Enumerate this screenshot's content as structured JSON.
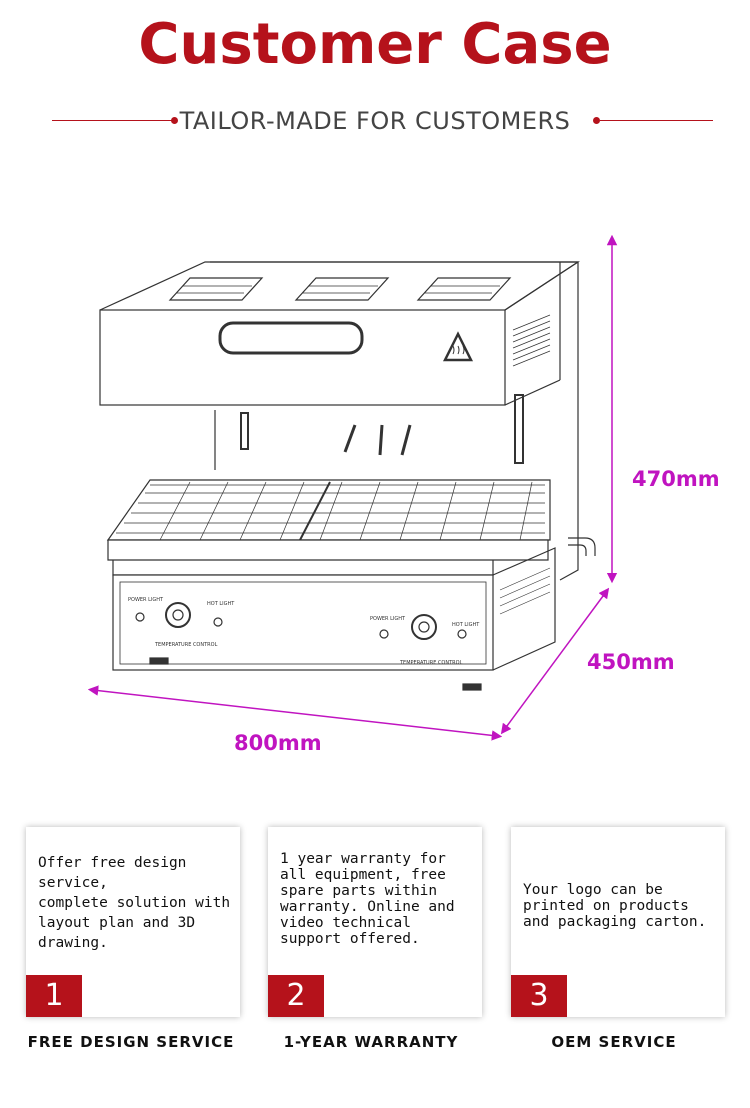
{
  "header": {
    "title": "Customer Case",
    "subtitle": "TAILOR-MADE FOR CUSTOMERS"
  },
  "dimensions": {
    "height": "470mm",
    "depth": "450mm",
    "width": "800mm"
  },
  "drawing_labels": {
    "power_light": "POWER LIGHT",
    "hot_light": "HOT LIGHT",
    "temperature_control": "TEMPERATURE CONTROL"
  },
  "features": [
    {
      "number": "1",
      "text": "Offer free design service,\ncomplete solution with layout plan and 3D drawing.",
      "label": "FREE DESIGN SERVICE"
    },
    {
      "number": "2",
      "text": "1 year warranty for all equipment, free spare parts within warranty. Online and video technical support offered.",
      "label": "1-YEAR WARRANTY"
    },
    {
      "number": "3",
      "text": "Your logo can be printed on products and packaging carton.",
      "label": "OEM SERVICE"
    }
  ],
  "colors": {
    "accent": "#b5121b",
    "dimension": "#c014c0"
  }
}
